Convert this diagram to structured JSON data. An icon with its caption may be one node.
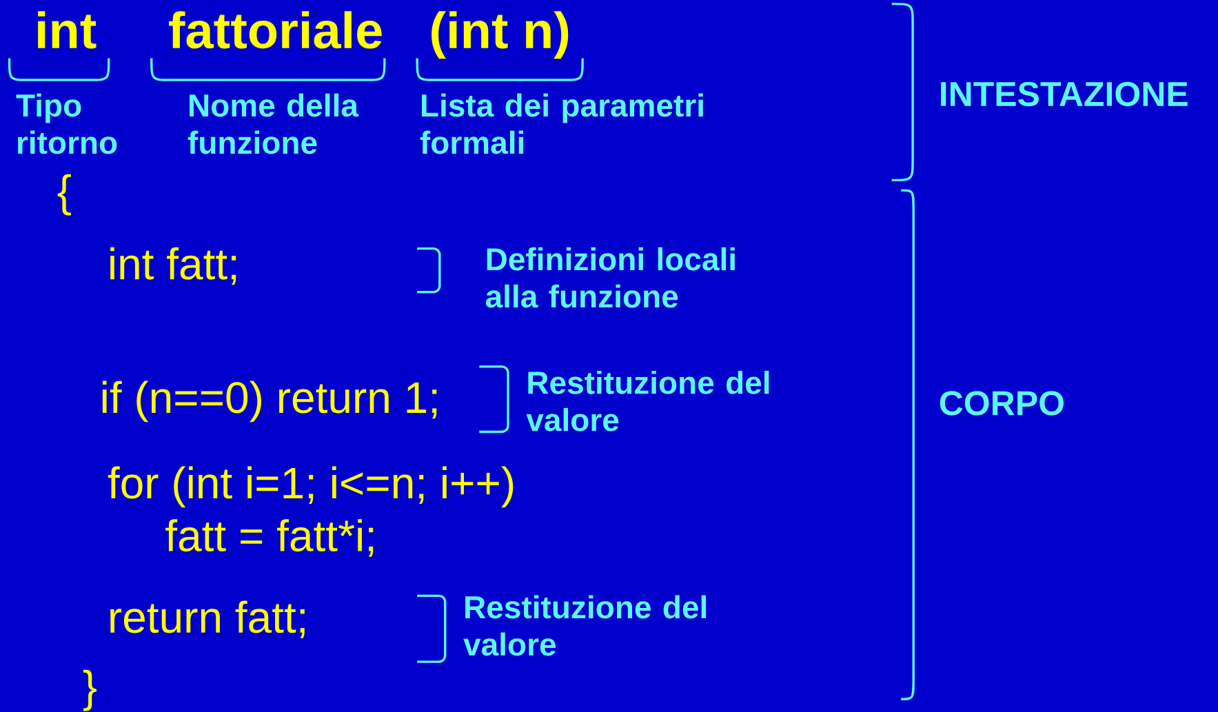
{
  "diagram": {
    "labels": [
      "int",
      "fattoriale",
      "(int n)",
      "Tipo ritorno",
      "Nome della funzione",
      "Lista dei parametri formali",
      "INTESTAZIONE",
      "{",
      "int fatt;",
      "Definizioni locali alla funzione",
      "if (n==0) return 1;",
      "Restituzione del valore",
      "CORPO",
      "for (int i=1; i<=n; i++)",
      "fatt = fatt*i;",
      "return fatt;",
      "Restituzione del valore",
      "}"
    ]
  }
}
